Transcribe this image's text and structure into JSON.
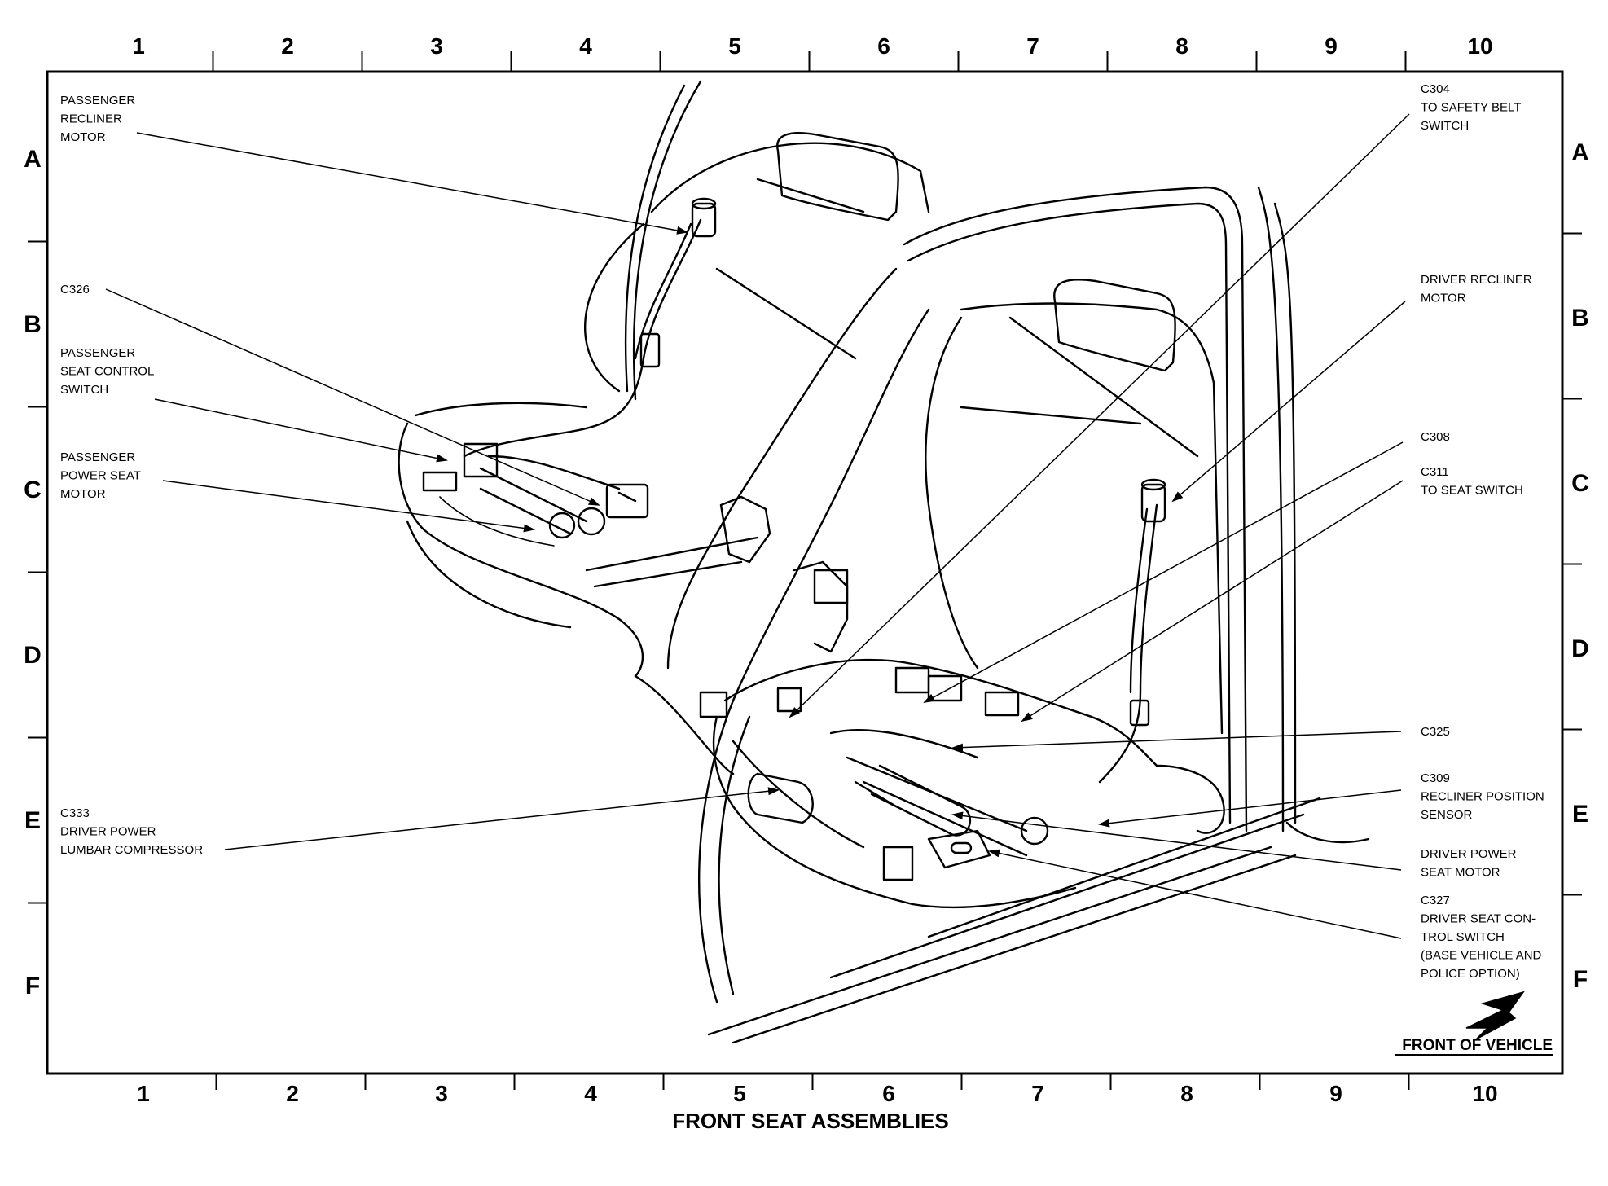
{
  "grid": {
    "columns": [
      "1",
      "2",
      "3",
      "4",
      "5",
      "6",
      "7",
      "8",
      "9",
      "10"
    ],
    "rows": [
      "A",
      "B",
      "C",
      "D",
      "E",
      "F"
    ]
  },
  "callouts": {
    "passenger_recliner_motor": [
      "PASSENGER",
      "RECLINER",
      "MOTOR"
    ],
    "c326": [
      "C326"
    ],
    "passenger_seat_control_switch": [
      "PASSENGER",
      "SEAT CONTROL",
      "SWITCH"
    ],
    "passenger_power_seat_motor": [
      "PASSENGER",
      "POWER SEAT",
      "MOTOR"
    ],
    "c333": [
      "C333",
      "DRIVER POWER",
      "LUMBAR COMPRESSOR"
    ],
    "c304": [
      "C304",
      "TO SAFETY  BELT",
      "SWITCH"
    ],
    "driver_recliner_motor": [
      "DRIVER RECLINER",
      "MOTOR"
    ],
    "c308": [
      "C308"
    ],
    "c311": [
      "C311",
      "TO SEAT SWITCH"
    ],
    "c325": [
      "C325"
    ],
    "c309": [
      "C309",
      "RECLINER POSITION",
      "SENSOR"
    ],
    "driver_power_seat_motor": [
      "DRIVER POWER",
      "SEAT MOTOR"
    ],
    "c327": [
      "C327",
      "DRIVER SEAT CON-",
      "TROL SWITCH",
      "(BASE VEHICLE AND",
      "POLICE OPTION)"
    ]
  },
  "front_of_vehicle": "FRONT OF VEHICLE",
  "caption": "FRONT SEAT ASSEMBLIES",
  "icons": [
    "front-of-vehicle-arrow-icon"
  ]
}
